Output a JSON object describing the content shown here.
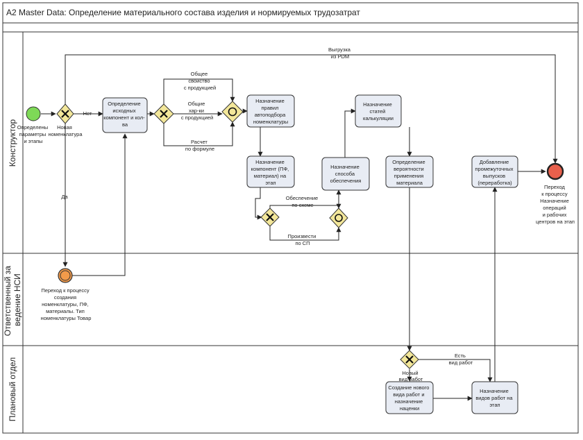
{
  "title": "A2  Master Data: Определение материального состава изделия и нормируемых трудозатрат",
  "lanes": {
    "konstruktor": "Конструктор",
    "nsi": [
      "Ответственный за",
      "ведение НСИ"
    ],
    "plan": "Плановый отдел"
  },
  "events": {
    "start": [
      "Определены",
      "параметры",
      "и этапы"
    ],
    "end": [
      "Переход",
      "к процессу",
      "Назначение",
      "операций",
      "и рабочих",
      "центров на этап"
    ],
    "nsi_transfer": [
      "Переход к процессу",
      "создания",
      "номенклатуры, ПФ,",
      "материалы. Тип",
      "номенклатуры Товар"
    ]
  },
  "gateways": {
    "new_nomenclature": [
      "Новая",
      "номенклатура"
    ],
    "new_work_type": [
      "Новый",
      "вид работ"
    ]
  },
  "tasks": {
    "t1": [
      "Определение",
      "исходных",
      "компонент и кол-",
      "ва"
    ],
    "t2": [
      "Назначение",
      "правил",
      "автоподбора",
      "номенклатуры"
    ],
    "t3": [
      "Назначение",
      "компонент (ПФ,",
      "материал) на",
      "этап"
    ],
    "t4": [
      "Назначение",
      "способа",
      "обеспечения"
    ],
    "t5": [
      "Назначение",
      "статей",
      "калькуляции"
    ],
    "t6": [
      "Определение",
      "вероятности",
      "применения",
      "материала"
    ],
    "t7": [
      "Добавление",
      "промежуточных",
      "выпусков",
      "(переработка)"
    ],
    "t8": [
      "Создание нового",
      "вида работ и",
      "назначение",
      "наценки"
    ],
    "t9": [
      "Назначение",
      "видов работ на",
      "этап"
    ]
  },
  "flow_labels": {
    "pdm": [
      "Выгрузка",
      "из PDM"
    ],
    "net": "Нет",
    "da": "Да",
    "common_prop": [
      "Общее",
      "свойство",
      "с продукцией"
    ],
    "common_char": [
      "Общие",
      "хар-ки",
      "с продукцией"
    ],
    "formula": [
      "Расчет",
      "по формуле"
    ],
    "by_scheme": [
      "Обеспечение",
      "по схеме"
    ],
    "produce": [
      "Произвести",
      "по СП"
    ],
    "has_work": [
      "Есть",
      "вид работ"
    ]
  },
  "colors": {
    "start_event": "#7ed957",
    "end_event": "#e8604c",
    "intermediate_event": "#f29a4a",
    "gateway": "#f3e79a",
    "task_fill": "#e8ecf4"
  }
}
